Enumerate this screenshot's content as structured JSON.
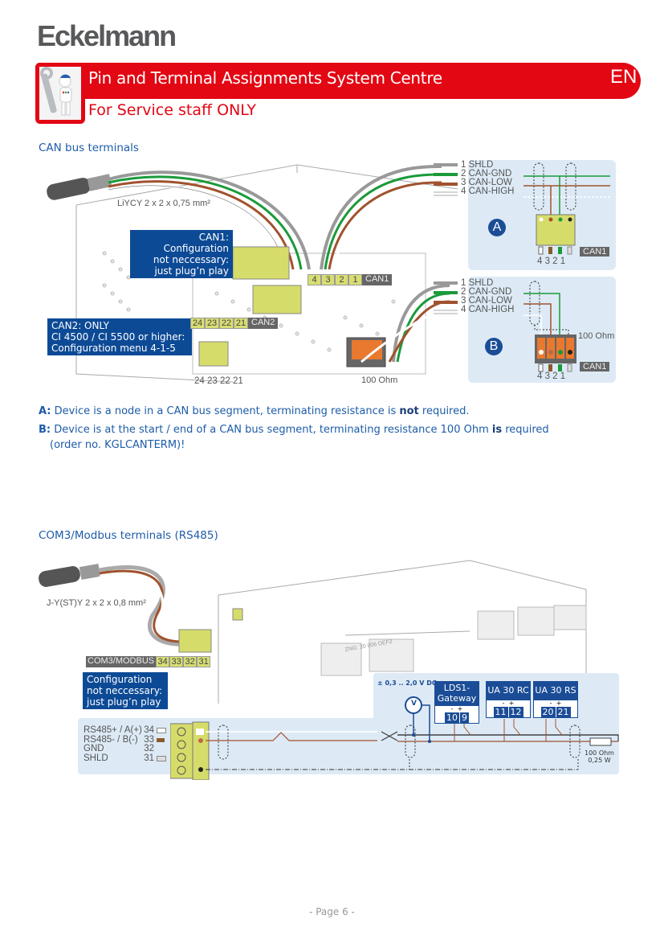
{
  "header": {
    "logo": "Eckelmann",
    "title": "Pin and Terminal Assignments System Centre",
    "lang": "EN",
    "subtitle": "For Service staff ONLY",
    "brand_color": "#e30613"
  },
  "can_section": {
    "heading": "CAN bus terminals",
    "cable_label": "LiYCY 2 x 2 x 0,75 mm²",
    "can1_note": [
      "CAN1: Configuration",
      "not neccessary:",
      "just plug’n play"
    ],
    "can2_note": [
      "CAN2: ONLY",
      "CI 4500 / CI 5500 or higher:",
      "Configuration menu 4-1-5"
    ],
    "can1_strip": {
      "pins": [
        "4",
        "3",
        "2",
        "1"
      ],
      "label": "CAN1"
    },
    "can2_strip": {
      "pins": [
        "24",
        "23",
        "22",
        "21"
      ],
      "label": "CAN2"
    },
    "can2_pin_numbers": "24 23 22 21",
    "resistor_label": "100 Ohm",
    "panel_a": {
      "letter": "A",
      "signals": [
        "1  SHLD",
        "2  CAN-GND",
        "3  CAN-LOW",
        "4  CAN-HIGH"
      ],
      "pin_numbers": "4  3  2  1",
      "tag": "CAN1"
    },
    "panel_b": {
      "letter": "B",
      "signals": [
        "1  SHLD",
        "2  CAN-GND",
        "3  CAN-LOW",
        "4  CAN-HIGH"
      ],
      "resistor": "100 Ohm",
      "pin_numbers": "4  3  2  1",
      "tag": "CAN1"
    },
    "desc_a": {
      "key": "A:",
      "pre": " Device is a node in a CAN bus segment, terminating resistance is ",
      "bold": "not",
      "post": " required."
    },
    "desc_b": {
      "key": "B:",
      "pre": " Device is at the start / end of a CAN bus segment, terminating resistance 100 Ohm ",
      "bold": "is",
      "post": " required",
      "line2": "(order no. KGLCANTERM)!"
    }
  },
  "modbus_section": {
    "heading": "COM3/Modbus terminals (RS485)",
    "cable_label": "J-Y(ST)Y 2 x 2 x 0,8 mm²",
    "strip": {
      "label": "COM3/MODBUS",
      "pins": [
        "34",
        "33",
        "32",
        "31"
      ]
    },
    "note": [
      "Configuration",
      "not neccessary:",
      "just plug’n play"
    ],
    "device_label": "ZNG: 20 006 DEF2",
    "terminals": [
      {
        "name": "RS485+ / A(+)",
        "pin": "34"
      },
      {
        "name": "RS485-  / B(-)",
        "pin": "33"
      },
      {
        "name": "GND",
        "pin": "32"
      },
      {
        "name": "SHLD",
        "pin": "31"
      }
    ],
    "voltage": "± 0,3 .. 2,0 V DC",
    "meter": "V",
    "devices": [
      {
        "name": "LDS1-\nGateway",
        "line1": "LDS1-",
        "line2": "Gateway",
        "minus": "10",
        "plus": "9"
      },
      {
        "name": "UA 30 RC",
        "line1": "UA 30 RC",
        "line2": "",
        "minus": "11",
        "plus": "12"
      },
      {
        "name": "UA 30 RS",
        "line1": "UA 30 RS",
        "line2": "",
        "minus": "20",
        "plus": "21"
      }
    ],
    "terminator": [
      "100 Ohm",
      "0,25 W"
    ]
  },
  "footer": {
    "page": "- Page 6 -"
  }
}
